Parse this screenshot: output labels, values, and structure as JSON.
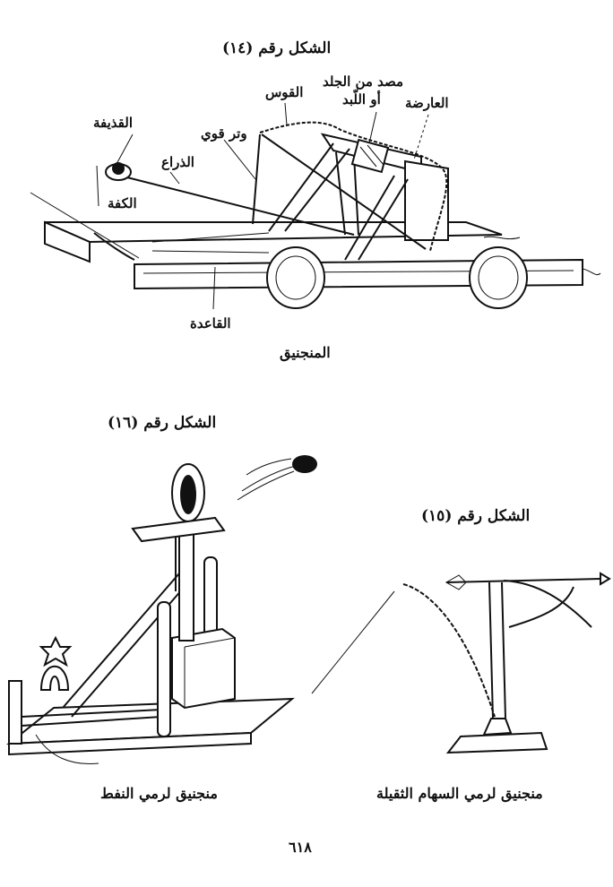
{
  "figure14": {
    "title": "الشكل رقم (١٤)",
    "labels": {
      "pad": "مصد من الجلد",
      "felt": "أو اللّبد",
      "bow": "القوس",
      "crossbar": "العارضة",
      "string": "وتر قوي",
      "projectile": "القذيفة",
      "arm": "الذراع",
      "cup": "الكفة",
      "base": "القاعدة"
    },
    "caption": "المنجنيق"
  },
  "figure16": {
    "title": "الشكل رقم (١٦)",
    "caption": "منجنيق لرمي النفط"
  },
  "figure15": {
    "title": "الشكل رقم (١٥)",
    "caption": "منجنيق لرمي السهام الثقيلة"
  },
  "page_number": "٦١٨"
}
